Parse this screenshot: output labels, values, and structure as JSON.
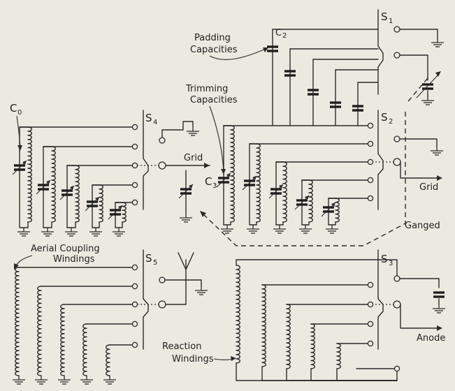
{
  "labels": {
    "padding": "Padding",
    "capacities_padding": "Capacities",
    "trimming": "Trimming",
    "capacities_trimming": "Capacities",
    "c2_main": "C",
    "c2_sub": "2",
    "c0_main": "C",
    "c0_sub": "0",
    "c3_main": "C",
    "c3_sub": "3",
    "s1_main": "S",
    "s1_sub": "1",
    "s2_main": "S",
    "s2_sub": "2",
    "s3_main": "S",
    "s3_sub": "3",
    "s4_main": "S",
    "s4_sub": "4",
    "s5_main": "S",
    "s5_sub": "5",
    "grid_left": "Grid",
    "grid_right": "Grid",
    "ganged": "Ganged",
    "aerial_coupling": "Aerial Coupling",
    "windings_aerial": "Windings",
    "anode": "Anode",
    "reaction": "Reaction",
    "windings_reaction": "Windings"
  },
  "colors": {
    "paper": "#ece9e0",
    "ink": "#2b2b2b"
  },
  "icons": [
    "inductor-coil-icon",
    "capacitor-icon",
    "variable-capacitor-icon",
    "ground-icon",
    "aerial-antenna-icon",
    "rotary-switch-icon"
  ]
}
